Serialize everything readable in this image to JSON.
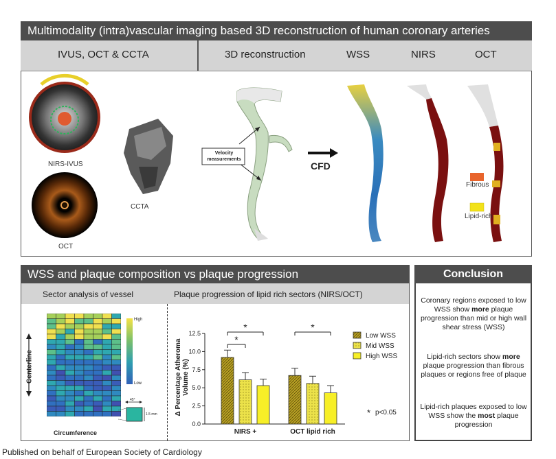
{
  "title": "Multimodality (intra)vascular imaging based 3D reconstruction of human coronary arteries",
  "top": {
    "col1": "IVUS, OCT & CCTA",
    "col2": "3D reconstruction",
    "col3": "WSS",
    "col4": "NIRS",
    "col5": "OCT",
    "nirs_ivus": "NIRS-IVUS",
    "oct": "OCT",
    "ccta": "CCTA",
    "velocity": "Velocity measurements",
    "cfd": "CFD",
    "fibrous": "Fibrous",
    "lipid_rich": "Lipid-rich"
  },
  "bottom": {
    "title": "WSS and plaque composition vs plaque progression",
    "sub1": "Sector analysis of vessel",
    "sub2": "Plaque progression of lipid rich sectors (NIRS/OCT)",
    "centerline": "Centerline",
    "circumference": "Circumference",
    "high": "High",
    "low": "Low",
    "deg": "45°",
    "mm": "1.5 mm"
  },
  "chart_data": {
    "type": "bar",
    "categories": [
      "NIRS +",
      "OCT lipid rich"
    ],
    "series": [
      {
        "name": "Low WSS",
        "values": [
          9.2,
          6.7
        ],
        "errors": [
          1.0,
          1.0
        ],
        "color": "#b8a024"
      },
      {
        "name": "Mid WSS",
        "values": [
          6.1,
          5.6
        ],
        "errors": [
          1.0,
          1.0
        ],
        "color": "#ece24a"
      },
      {
        "name": "High WSS",
        "values": [
          5.3,
          4.3
        ],
        "errors": [
          0.9,
          1.0
        ],
        "color": "#f7ef27"
      }
    ],
    "ylabel": "Δ Percentage Atheroma Volume (%)",
    "ylim": [
      0,
      12.5
    ],
    "yticks": [
      "0.0",
      "2.5",
      "5.0",
      "7.5",
      "10.0",
      "12.5"
    ],
    "significance_marker": "*",
    "significance_note": "p<0.05"
  },
  "conclusion": {
    "title": "Conclusion",
    "p1": [
      "Coronary regions exposed to low WSS show ",
      "more",
      " plaque progression than mid or high wall shear stress (WSS)"
    ],
    "p2": [
      "Lipid-rich sectors show ",
      "more",
      " plaque progression than fibrous plaques or regions free of plaque"
    ],
    "p3": [
      "Lipid-rich plaques exposed to low WSS show the ",
      "most",
      " plaque progression"
    ]
  },
  "footer": "Published on behalf of European Society of Cardiology",
  "colors": {
    "dark": "#4d4d4d",
    "grey": "#d4d4d4",
    "vessel_red": "#7a1010",
    "wss_blue": "#2f6fb5",
    "fibrous": "#e8642c",
    "lipid": "#f2e21a"
  }
}
